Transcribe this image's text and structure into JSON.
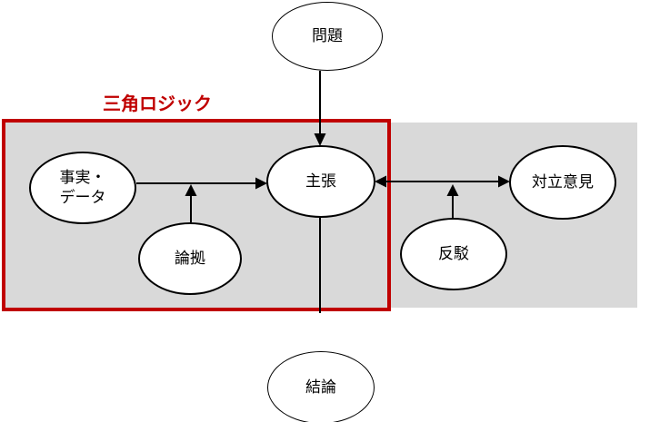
{
  "diagram": {
    "label": {
      "text": "三角ロジック",
      "color": "#C00000"
    },
    "nodes": {
      "problem": {
        "label": "問題"
      },
      "fact_data": {
        "line1": "事実・",
        "line2": "データ"
      },
      "grounds": {
        "label": "論拠"
      },
      "claim": {
        "label": "主張"
      },
      "rebuttal": {
        "label": "反駁"
      },
      "opposing_opinion": {
        "label": "対立意見"
      },
      "conclusion": {
        "label": "結論"
      }
    },
    "edges": [
      {
        "from": "問題",
        "to": "主張",
        "style": "arrow"
      },
      {
        "from": "事実・データ",
        "to": "主張",
        "style": "arrow"
      },
      {
        "from": "論拠",
        "to": "事実・データ→主張の矢印",
        "style": "arrow"
      },
      {
        "from": "主張",
        "to": "対立意見",
        "style": "double-arrow"
      },
      {
        "from": "反駁",
        "to": "主張↔対立意見の矢印",
        "style": "arrow"
      },
      {
        "from": "主張",
        "to": "結論",
        "style": "line"
      }
    ],
    "colors": {
      "highlight_frame": "#C00000",
      "label_text": "#C00000",
      "band_background": "#D9D9D9",
      "node_fill": "#FFFFFF",
      "node_border": "#000000",
      "connector": "#000000",
      "page_background": "#FFFFFF"
    }
  }
}
